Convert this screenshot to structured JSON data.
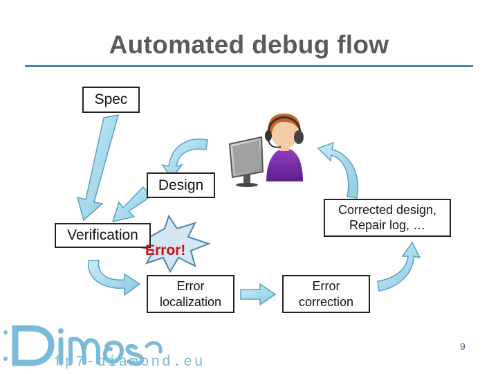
{
  "title": "Automated debug flow",
  "nodes": {
    "spec": "Spec",
    "design": "Design",
    "verification": "Verification",
    "error_flag": "Error!",
    "error_localization": [
      "Error",
      "localization"
    ],
    "error_correction": [
      "Error",
      "correction"
    ],
    "corrected_design": [
      "Corrected design,",
      "Repair log, …"
    ]
  },
  "logo": {
    "url": "fp7-diamond.eu"
  },
  "page_number": "9",
  "colors": {
    "title": "#5a5a5a",
    "title_rule": "#4a86a8",
    "arrow_fill": "#a9dbeb",
    "arrow_stroke": "#5aa0c4",
    "error_text": "#d01010",
    "logo": "#7bbad9"
  },
  "icons": {
    "engineer": "person-with-headset-at-computer-icon",
    "error_burst": "starburst-icon"
  }
}
